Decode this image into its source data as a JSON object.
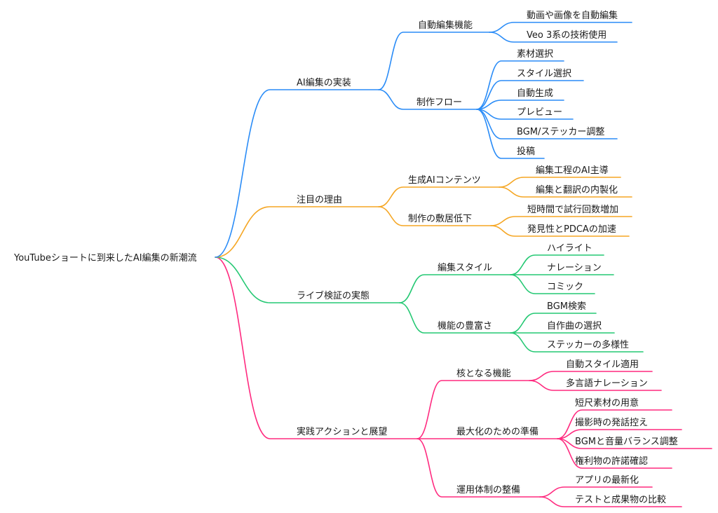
{
  "root": "YouTubeショートに到来したAI編集の新潮流",
  "colors": [
    "#2a8cf7",
    "#f5a623",
    "#24c873",
    "#ff2a7f"
  ],
  "branches": [
    {
      "label": "AI編集の実装",
      "children": [
        {
          "label": "自動編集機能",
          "children": [
            "動画や画像を自動編集",
            "Veo 3系の技術使用"
          ]
        },
        {
          "label": "制作フロー",
          "children": [
            "素材選択",
            "スタイル選択",
            "自動生成",
            "プレビュー",
            "BGM/ステッカー調整",
            "投稿"
          ]
        }
      ]
    },
    {
      "label": "注目の理由",
      "children": [
        {
          "label": "生成AIコンテンツ",
          "children": [
            "編集工程のAI主導",
            "編集と翻訳の内製化"
          ]
        },
        {
          "label": "制作の敷居低下",
          "children": [
            "短時間で試行回数増加",
            "発見性とPDCAの加速"
          ]
        }
      ]
    },
    {
      "label": "ライブ検証の実態",
      "children": [
        {
          "label": "編集スタイル",
          "children": [
            "ハイライト",
            "ナレーション",
            "コミック"
          ]
        },
        {
          "label": "機能の豊富さ",
          "children": [
            "BGM検索",
            "自作曲の選択",
            "ステッカーの多様性"
          ]
        }
      ]
    },
    {
      "label": "実践アクションと展望",
      "children": [
        {
          "label": "核となる機能",
          "children": [
            "自動スタイル適用",
            "多言語ナレーション"
          ]
        },
        {
          "label": "最大化のための準備",
          "children": [
            "短尺素材の用意",
            "撮影時の発話控え",
            "BGMと音量バランス調整",
            "権利物の許諾確認"
          ]
        },
        {
          "label": "運用体制の整備",
          "children": [
            "アプリの最新化",
            "テストと成果物の比較"
          ]
        }
      ]
    }
  ]
}
